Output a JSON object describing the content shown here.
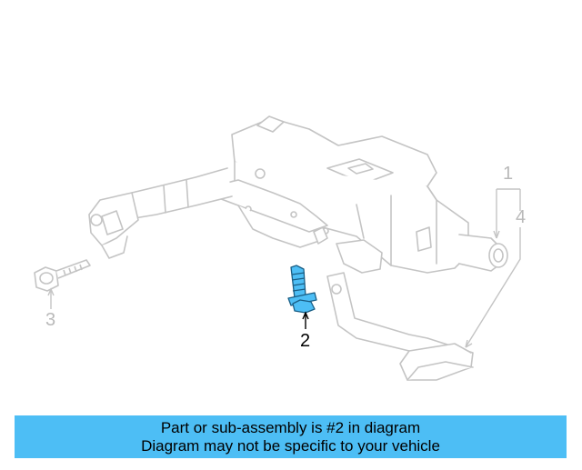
{
  "callouts": {
    "c1": "1",
    "c2": "2",
    "c3": "3",
    "c4": "4"
  },
  "banner": {
    "line1": "Part or sub-assembly is #2 in diagram",
    "line2": "Diagram may not be specific to your vehicle"
  },
  "colors": {
    "line_art": "#c4c4c4",
    "highlight_part": "#4dbef5",
    "banner_bg": "#4dbef5",
    "callout_faded": "#b9b9b9",
    "callout_active": "#000000"
  }
}
